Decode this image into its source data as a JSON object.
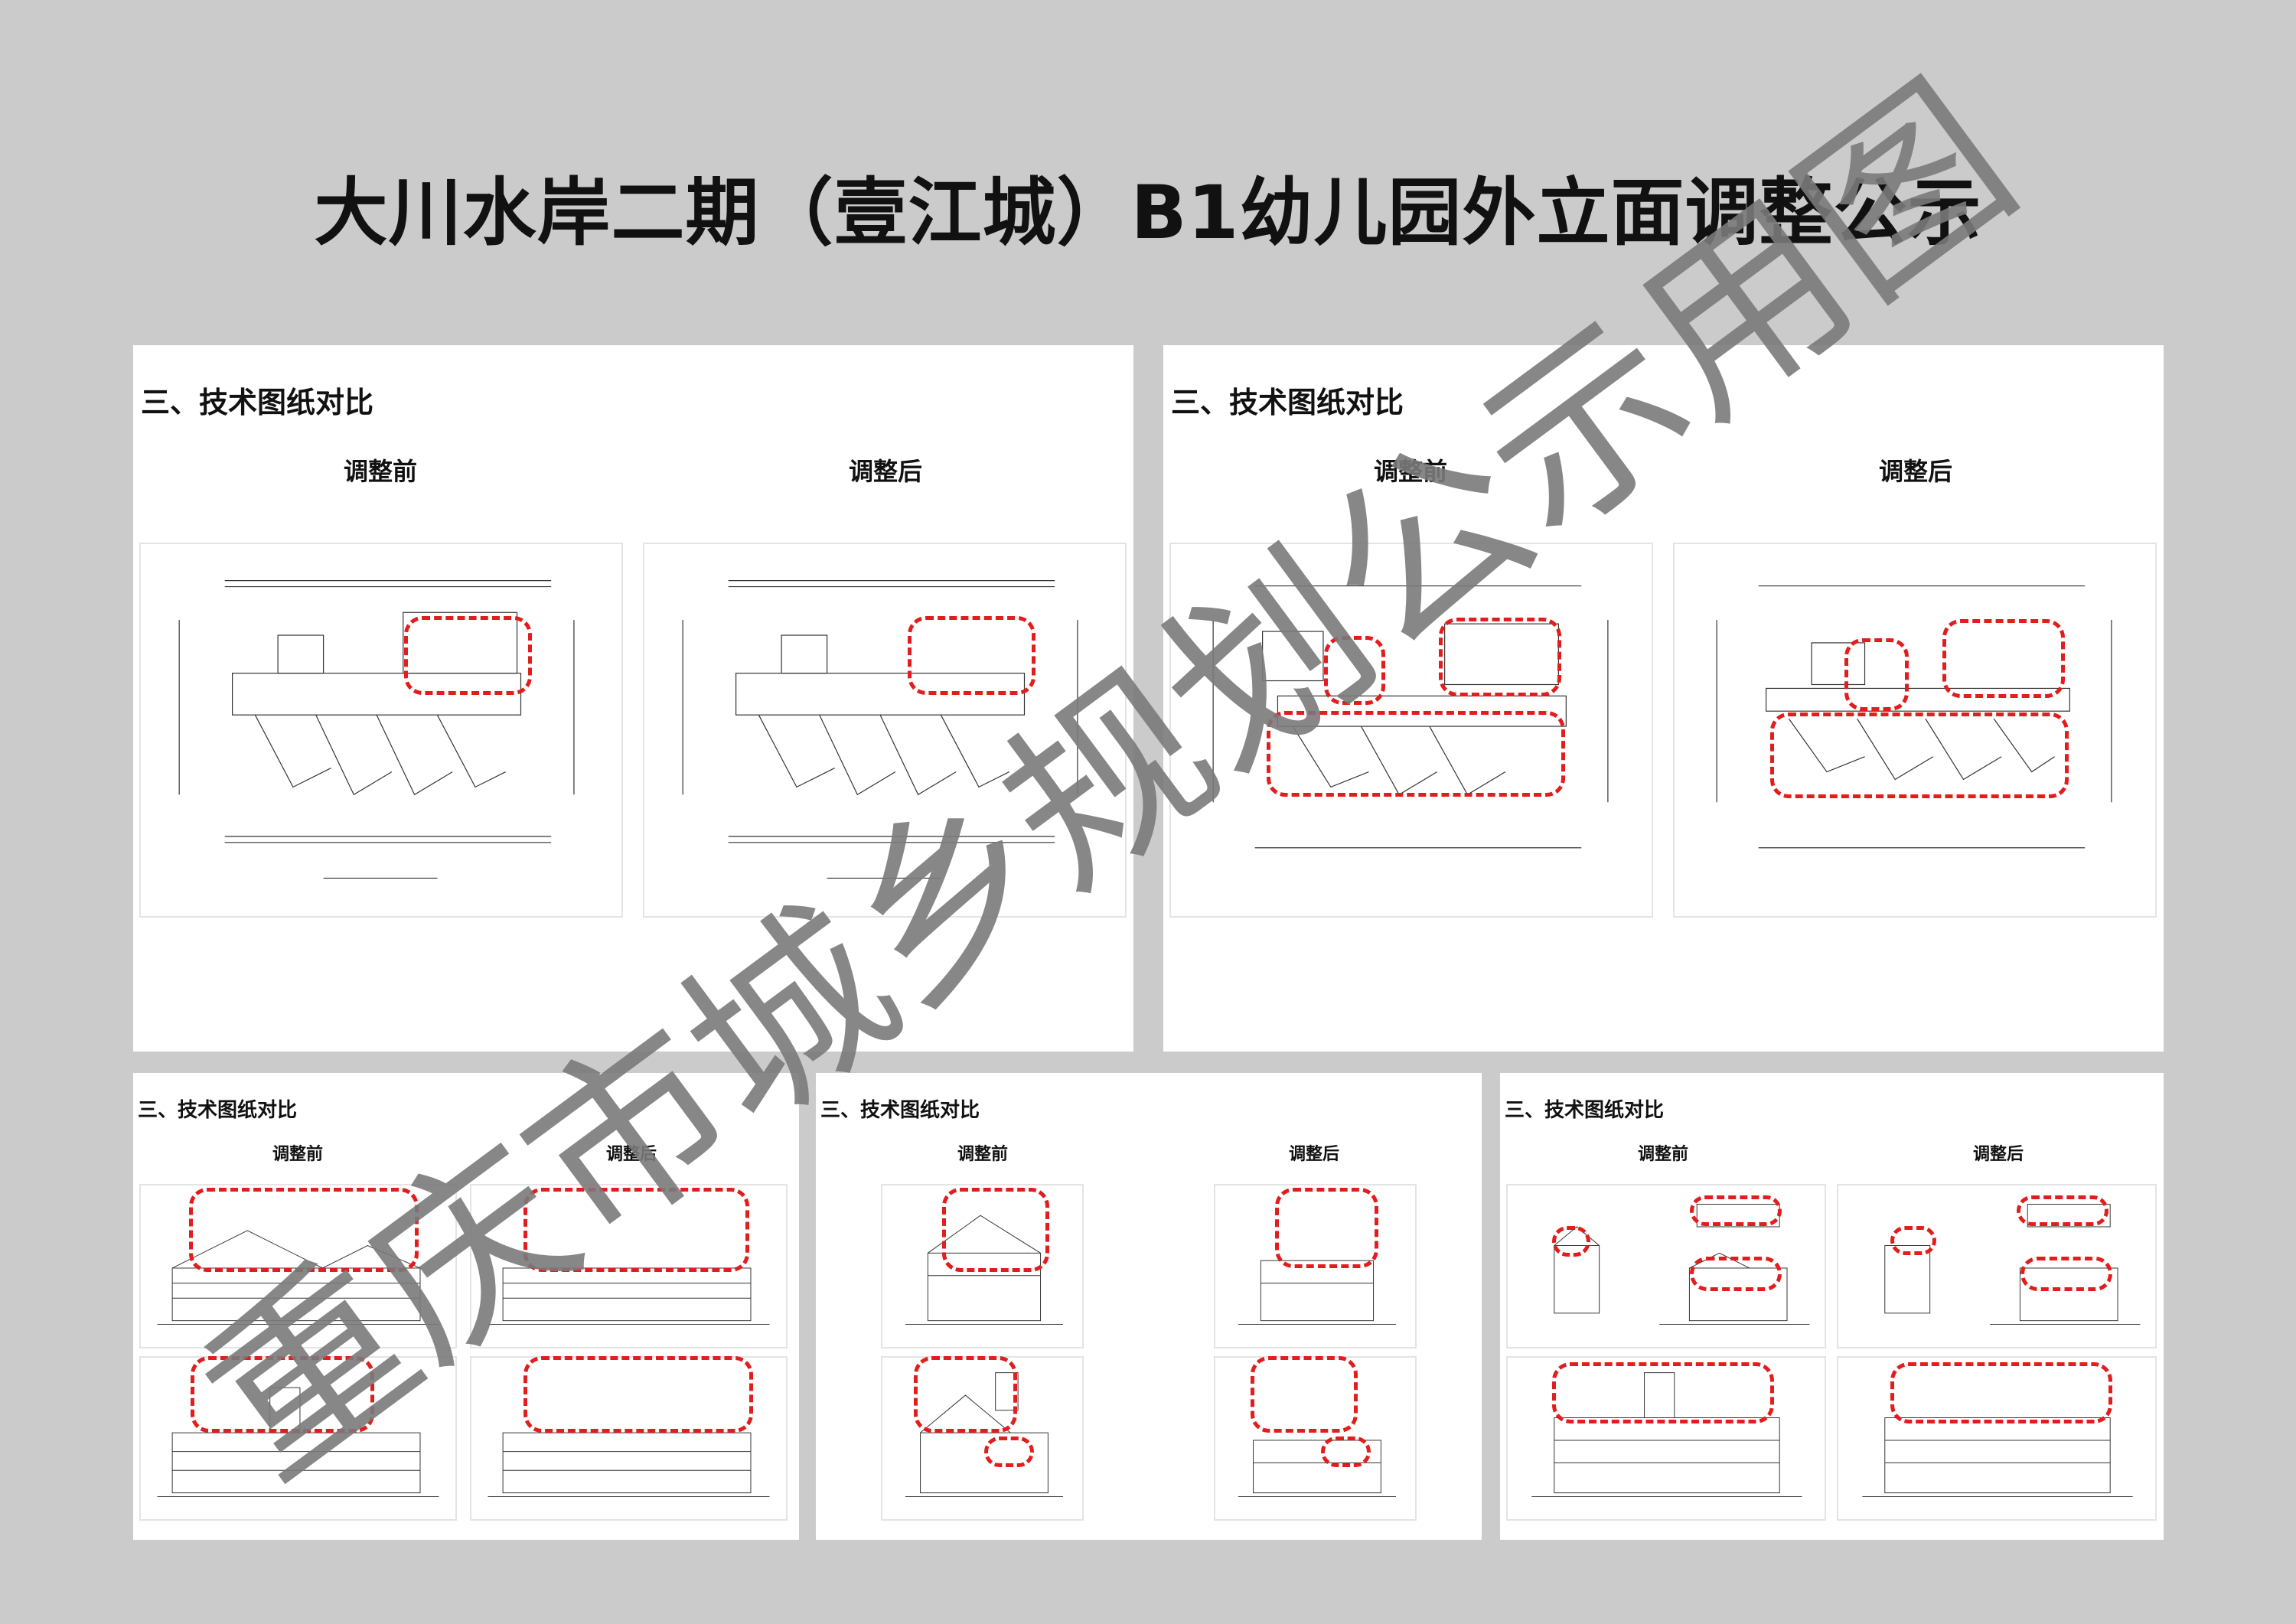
{
  "page": {
    "title": "大川水岸二期（壹江城）B1幼儿园外立面调整公示"
  },
  "panels": [
    {
      "section": "三、技术图纸对比",
      "before": "调整前",
      "after": "调整后"
    },
    {
      "section": "三、技术图纸对比",
      "before": "调整前",
      "after": "调整后"
    },
    {
      "section": "三、技术图纸对比",
      "before": "调整前",
      "after": "调整后"
    },
    {
      "section": "三、技术图纸对比",
      "before": "调整前",
      "after": "调整后"
    },
    {
      "section": "三、技术图纸对比",
      "before": "调整前",
      "after": "调整后"
    }
  ],
  "watermark": {
    "text": "重庆市城乡规划公示用图"
  },
  "colors": {
    "background": "#cbcbcb",
    "highlight": "#e21d1d",
    "watermark": "#7a7a7a"
  }
}
